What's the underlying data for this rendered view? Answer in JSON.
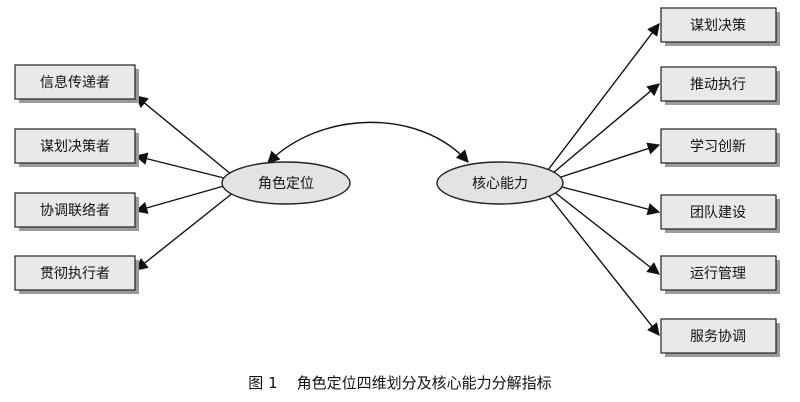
{
  "diagram": {
    "left_node": "角色定位",
    "right_node": "核心能力",
    "left_items": [
      "信息传递者",
      "谋划决策者",
      "协调联络者",
      "贯彻执行者"
    ],
    "right_items": [
      "谋划决策",
      "推动执行",
      "学习创新",
      "团队建设",
      "运行管理",
      "服务协调"
    ]
  },
  "caption": "图 1    角色定位四维划分及核心能力分解指标"
}
